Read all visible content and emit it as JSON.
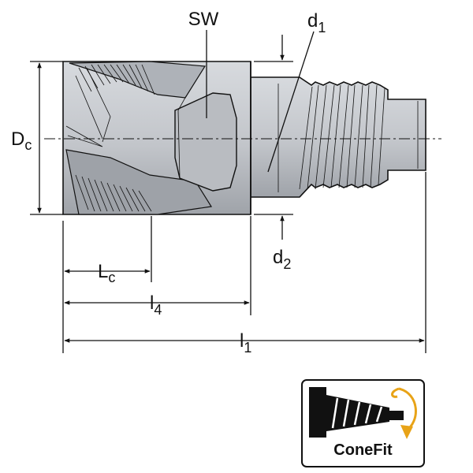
{
  "labels": {
    "sw": "SW",
    "d1_main": "d",
    "d1_sub": "1",
    "dc_main": "D",
    "dc_sub": "c",
    "d2_main": "d",
    "d2_sub": "2",
    "lc_main": "L",
    "lc_sub": "c",
    "l4_main": "l",
    "l4_sub": "4",
    "l1_main": "l",
    "l1_sub": "1"
  },
  "badge": {
    "text": "ConeFit"
  },
  "colors": {
    "body": "#c9ccd1",
    "shade": "#9ea2a8",
    "arrow": "#e8a317"
  }
}
